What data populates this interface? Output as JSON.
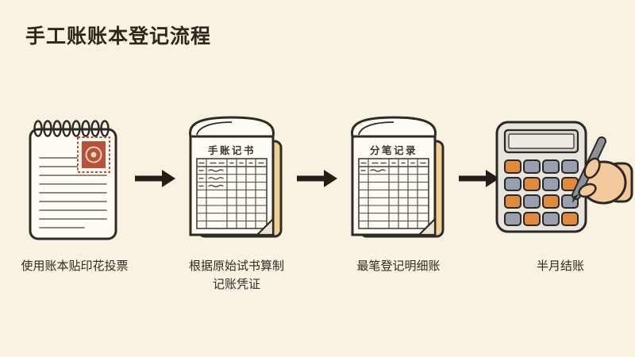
{
  "page": {
    "title": "手工账账本登记流程",
    "background": "#f7f2e2"
  },
  "flow": {
    "steps": [
      {
        "name": "stamp-ledger",
        "caption": "使用账本贴印花投票"
      },
      {
        "name": "voucher-ledger",
        "caption": "根据原始试书算制记账凭证",
        "header": "手账记书"
      },
      {
        "name": "detail-ledger",
        "caption": "最笔登记明细账",
        "header": "分笔记录"
      },
      {
        "name": "settle-account",
        "caption": "半月结账"
      }
    ]
  },
  "colors": {
    "ink": "#2b2723",
    "accent_orange": "#e08a3c",
    "key_slate": "#98a0af",
    "stamp_red": "#b8503e",
    "paper_yellow": "#f1d096",
    "skin": "#f4c89d"
  }
}
